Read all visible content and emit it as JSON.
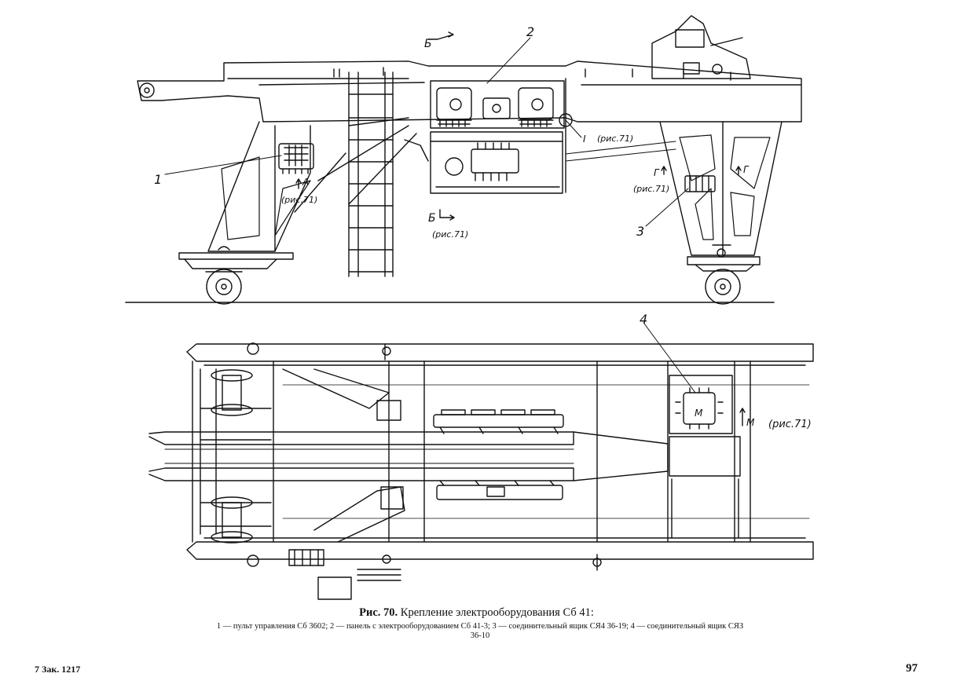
{
  "figure": {
    "number_label": "Рис. 70.",
    "title": "Крепление электрооборудования Сб 41:",
    "legend_line1": "1 — пульт управления Сб 3602;  2 — панель с электрооборудованием Сб 41-3; 3 — соединительный ящик СЯ4 36-19; 4 — соединительный ящик СЯЗ",
    "legend_line2": "36-10"
  },
  "footer": {
    "left_label": "7  Зак. 1217",
    "page_number": "97"
  },
  "callouts": {
    "item1": "1",
    "item2": "2",
    "item3": "3",
    "item4": "4",
    "section_b_top": "Б",
    "section_b_bottom": "Б",
    "view_a": "А",
    "view_g_left": "Г",
    "view_g_right": "Г",
    "view_m_left": "М",
    "view_m_right": "М",
    "node_1": "I",
    "ref_fig71": "(рис.71)"
  }
}
